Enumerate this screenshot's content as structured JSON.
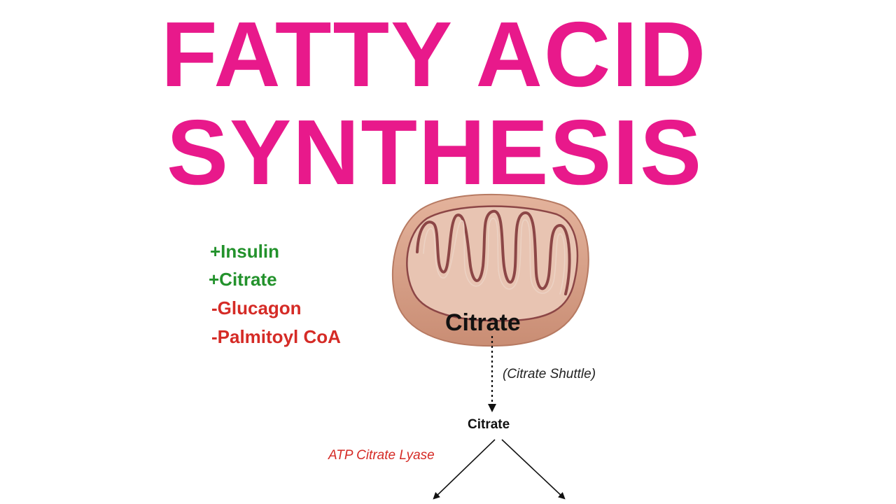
{
  "title": {
    "line1": "FATTY ACID",
    "line2": "SYNTHESIS"
  },
  "regulators": {
    "activators": [
      "+Insulin",
      "+Citrate"
    ],
    "inhibitors": [
      "-Glucagon",
      "-Palmitoyl CoA"
    ]
  },
  "mitochondrion": {
    "label": "Citrate"
  },
  "pathway": {
    "shuttle_label": "(Citrate Shuttle)",
    "cytosolic_node": "Citrate",
    "enzyme_label": "ATP Citrate Lyase"
  },
  "colors": {
    "title": "#e8198b",
    "activator": "#23922c",
    "inhibitor": "#d52b26",
    "mito_outer": "#d9a48c",
    "mito_stroke": "#7a3b3b",
    "mito_inner": "#e6c2b0"
  }
}
